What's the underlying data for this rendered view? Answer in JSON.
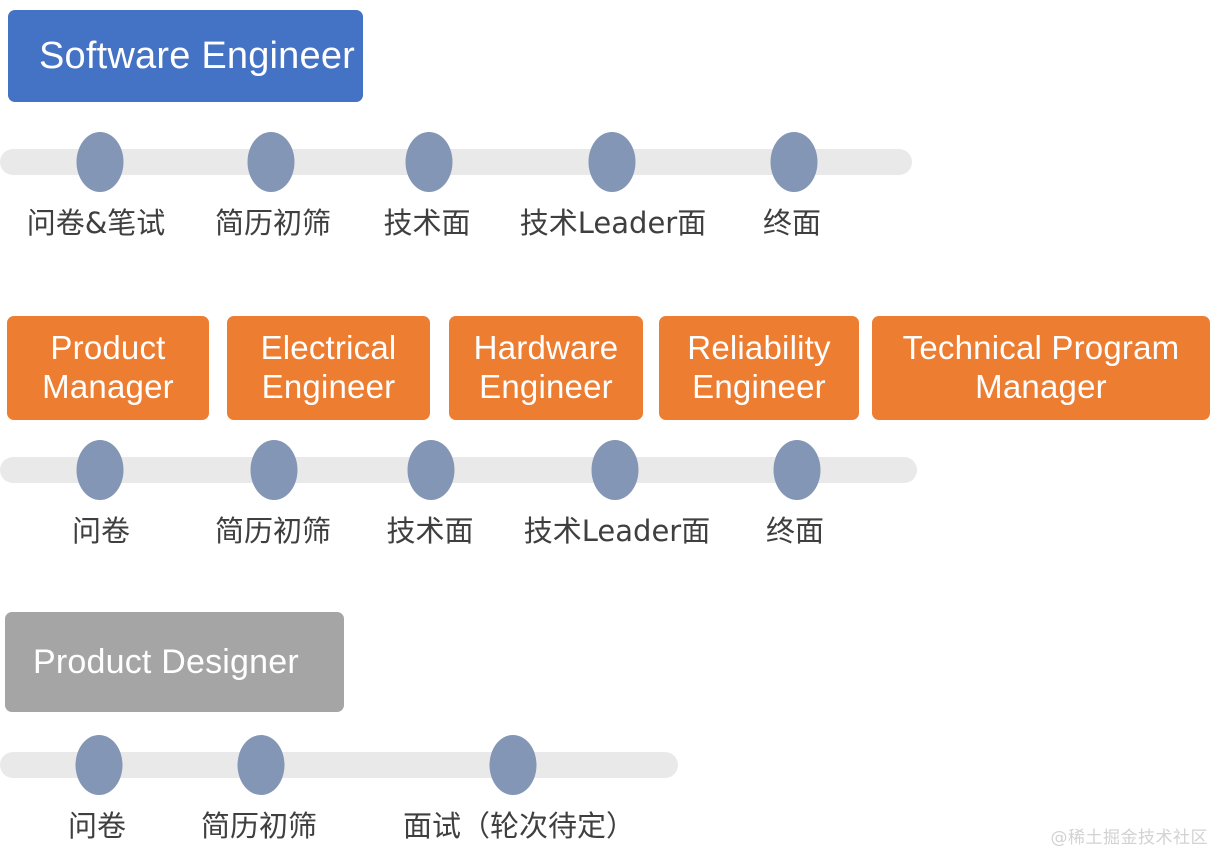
{
  "colors": {
    "blue": "#4472c4",
    "orange": "#ed7d31",
    "gray": "#a5a5a5",
    "track": "#e9e9e9",
    "node": "#8396b5",
    "label_text": "#3f3f3f",
    "watermark_text": "#d2d2d2",
    "background": "#ffffff"
  },
  "groups": [
    {
      "id": "software-engineer",
      "accent": "#4472c4",
      "roles": [
        {
          "label": "Software Engineer"
        }
      ],
      "timeline": {
        "stages": [
          {
            "label": "问卷&笔试"
          },
          {
            "label": "简历初筛"
          },
          {
            "label": "技术面"
          },
          {
            "label": "技术Leader面"
          },
          {
            "label": "终面"
          }
        ]
      }
    },
    {
      "id": "product-and-engineering",
      "accent": "#ed7d31",
      "roles": [
        {
          "label": "Product\nManager"
        },
        {
          "label": "Electrical\nEngineer"
        },
        {
          "label": "Hardware\nEngineer"
        },
        {
          "label": "Reliability\nEngineer"
        },
        {
          "label": "Technical Program\nManager"
        }
      ],
      "timeline": {
        "stages": [
          {
            "label": "问卷"
          },
          {
            "label": "简历初筛"
          },
          {
            "label": "技术面"
          },
          {
            "label": "技术Leader面"
          },
          {
            "label": "终面"
          }
        ]
      }
    },
    {
      "id": "product-designer",
      "accent": "#a5a5a5",
      "roles": [
        {
          "label": "Product Designer"
        }
      ],
      "timeline": {
        "stages": [
          {
            "label": "问卷"
          },
          {
            "label": "简历初筛"
          },
          {
            "label": "面试（轮次待定）"
          }
        ]
      }
    }
  ],
  "watermark": {
    "text": "@稀土掘金技术社区"
  }
}
